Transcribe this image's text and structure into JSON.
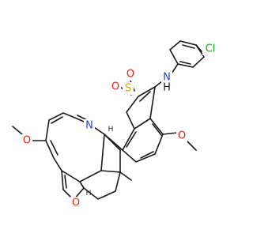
{
  "molecule": {
    "atom_labels": {
      "chlorine": "Cl",
      "amine_n": "N",
      "amine_h": "H",
      "sulfur": "S",
      "sulfonyl_o1": "O",
      "sulfonyl_o2": "O",
      "aryl_methoxy_o": "O",
      "imine_n": "N",
      "enol_methoxy_o": "O",
      "furan_o": "O",
      "ring_junction_h": "H",
      "methine_h": "H"
    },
    "colors": {
      "bond": "#1a1a1a",
      "chlorine": "#1fa21f",
      "nitrogen": "#2b3fd6",
      "oxygen": "#e0241b",
      "sulfur": "#c9a400",
      "hydrogen": "#1a1a1a"
    }
  }
}
